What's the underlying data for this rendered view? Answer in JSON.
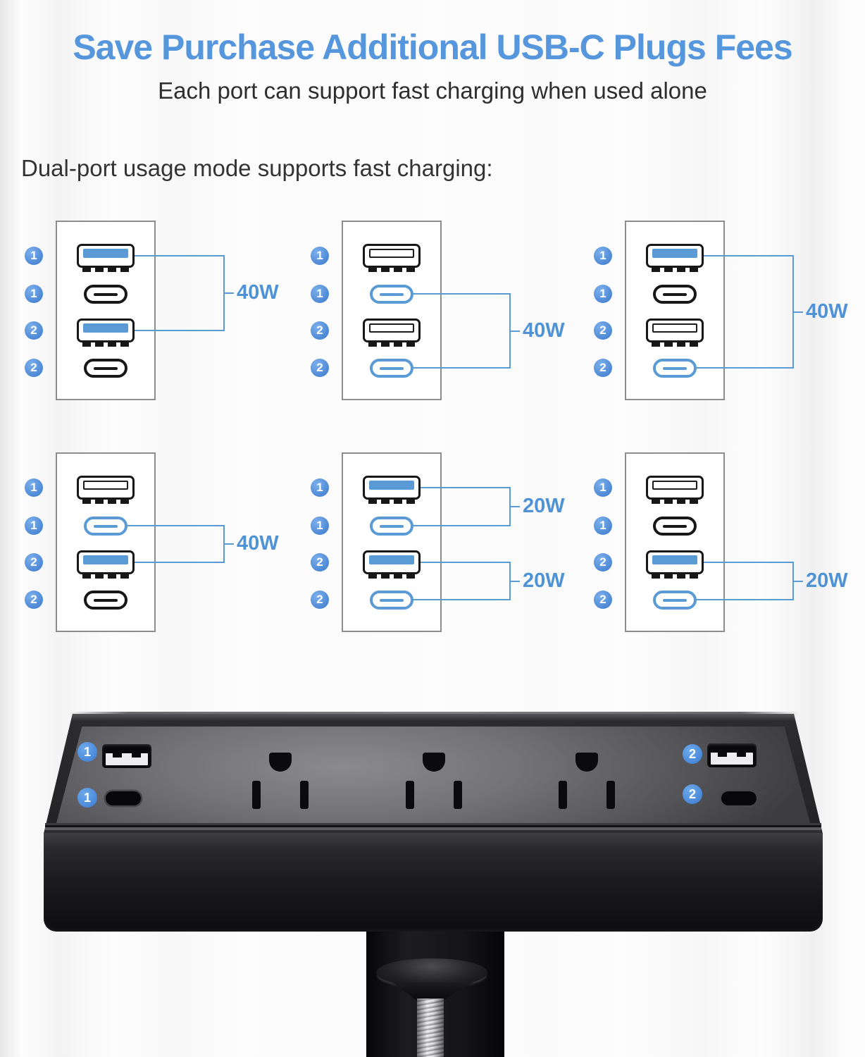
{
  "title": "Save Purchase Additional USB-C Plugs Fees",
  "subtitle": "Each port can support fast charging when used alone",
  "section_label": "Dual-port usage mode supports fast charging:",
  "colors": {
    "title_blue": "#5596dd",
    "diagram_blue": "#5b9bd5",
    "badge_blue": "#4a86d4"
  },
  "panels": [
    {
      "name": "panel-1",
      "ports": [
        {
          "type": "usb-a",
          "badge": "1",
          "active": true
        },
        {
          "type": "usb-c",
          "badge": "1",
          "active": false
        },
        {
          "type": "usb-a",
          "badge": "2",
          "active": true
        },
        {
          "type": "usb-c",
          "badge": "2",
          "active": false
        }
      ],
      "brackets": [
        {
          "from": 0,
          "to": 2,
          "label": "40W"
        }
      ]
    },
    {
      "name": "panel-2",
      "ports": [
        {
          "type": "usb-a",
          "badge": "1",
          "active": false
        },
        {
          "type": "usb-c",
          "badge": "1",
          "active": true
        },
        {
          "type": "usb-a",
          "badge": "2",
          "active": false
        },
        {
          "type": "usb-c",
          "badge": "2",
          "active": true
        }
      ],
      "brackets": [
        {
          "from": 1,
          "to": 3,
          "label": "40W"
        }
      ]
    },
    {
      "name": "panel-3",
      "ports": [
        {
          "type": "usb-a",
          "badge": "1",
          "active": true
        },
        {
          "type": "usb-c",
          "badge": "1",
          "active": false
        },
        {
          "type": "usb-a",
          "badge": "2",
          "active": false
        },
        {
          "type": "usb-c",
          "badge": "2",
          "active": true
        }
      ],
      "brackets": [
        {
          "from": 0,
          "to": 3,
          "label": "40W"
        }
      ]
    },
    {
      "name": "panel-4",
      "ports": [
        {
          "type": "usb-a",
          "badge": "1",
          "active": false
        },
        {
          "type": "usb-c",
          "badge": "1",
          "active": true
        },
        {
          "type": "usb-a",
          "badge": "2",
          "active": true
        },
        {
          "type": "usb-c",
          "badge": "2",
          "active": false
        }
      ],
      "brackets": [
        {
          "from": 1,
          "to": 2,
          "label": "40W"
        }
      ]
    },
    {
      "name": "panel-5",
      "ports": [
        {
          "type": "usb-a",
          "badge": "1",
          "active": true
        },
        {
          "type": "usb-c",
          "badge": "1",
          "active": true
        },
        {
          "type": "usb-a",
          "badge": "2",
          "active": true
        },
        {
          "type": "usb-c",
          "badge": "2",
          "active": true
        }
      ],
      "brackets": [
        {
          "from": 0,
          "to": 1,
          "label": "20W"
        },
        {
          "from": 2,
          "to": 3,
          "label": "20W"
        }
      ]
    },
    {
      "name": "panel-6",
      "ports": [
        {
          "type": "usb-a",
          "badge": "1",
          "active": false
        },
        {
          "type": "usb-c",
          "badge": "1",
          "active": false
        },
        {
          "type": "usb-a",
          "badge": "2",
          "active": true
        },
        {
          "type": "usb-c",
          "badge": "2",
          "active": true
        }
      ],
      "brackets": [
        {
          "from": 2,
          "to": 3,
          "label": "20W"
        }
      ]
    }
  ],
  "product": {
    "left_group": {
      "badge_a": "1",
      "badge_c": "1"
    },
    "right_group": {
      "badge_a": "2",
      "badge_c": "2"
    },
    "outlet_count": 3
  }
}
